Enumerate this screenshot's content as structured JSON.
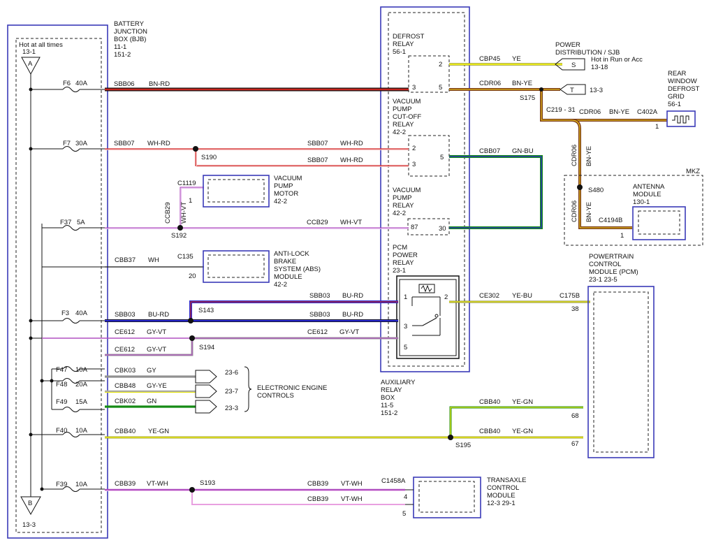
{
  "bjb": {
    "l1": "BATTERY",
    "l2": "JUNCTION",
    "l3": "BOX (BJB)",
    "l4": "11-1",
    "l5": "151-2",
    "hot": "Hot at all times",
    "hot_ref": "13-1",
    "a": "A",
    "b": "B",
    "b_ref": "13-3"
  },
  "fuses": {
    "f6": "F6",
    "f6a": "40A",
    "f7": "F7",
    "f7a": "30A",
    "f37": "F37",
    "f37a": "5A",
    "f3": "F3",
    "f3a": "40A",
    "f47": "F47",
    "f47a": "10A",
    "f48": "F48",
    "f48a": "20A",
    "f49": "F49",
    "f49a": "15A",
    "f40": "F40",
    "f40a": "10A",
    "f39": "F39",
    "f39a": "10A"
  },
  "wires": {
    "sbb06": "SBB06",
    "bn_rd": "BN-RD",
    "sbb07": "SBB07",
    "wh_rd": "WH-RD",
    "ccb29": "CCB29",
    "wh_vt": "WH-VT",
    "cbb37": "CBB37",
    "wh": "WH",
    "sbb03": "SBB03",
    "bu_rd": "BU-RD",
    "ce612": "CE612",
    "gy_vt": "GY-VT",
    "cbk03": "CBK03",
    "gy": "GY",
    "cbb48": "CBB48",
    "gy_ye": "GY-YE",
    "cbk02": "CBK02",
    "gn": "GN",
    "cbb40": "CBB40",
    "ye_gn": "YE-GN",
    "cbb39": "CBB39",
    "vt_wh": "VT-WH",
    "cbp45": "CBP45",
    "ye": "YE",
    "cdr06": "CDR06",
    "bn_ye": "BN-YE",
    "cbb07": "CBB07",
    "gn_bu": "GN-BU",
    "ce302": "CE302",
    "ye_bu": "YE-BU"
  },
  "splices": {
    "s190": "S190",
    "s192": "S192",
    "s143": "S143",
    "s194": "S194",
    "s193": "S193",
    "s195": "S195",
    "s175": "S175",
    "s480": "S480"
  },
  "connectors": {
    "c1119": "C1119",
    "c135": "C135",
    "c219": "C219 - 31",
    "c402a": "C402A",
    "c4194b": "C4194B",
    "c175b": "C175B",
    "c1458a": "C1458A"
  },
  "pins": {
    "p1_vp": "1",
    "p20": "20",
    "p1_rw": "1",
    "p1_ant": "1",
    "p38": "38",
    "p68": "68",
    "p67": "67",
    "p4": "4",
    "p5_tcm": "5",
    "r_def2": "2",
    "r_def3": "3",
    "r_def5": "5",
    "r_vpc2": "2",
    "r_vpc3": "3",
    "r_vpc5": "5",
    "r_vp87": "87",
    "r_vp30": "30",
    "r_pcm1": "1",
    "r_pcm2": "2",
    "r_pcm3": "3",
    "r_pcm5": "5"
  },
  "components": {
    "vpm": [
      "VACUUM",
      "PUMP",
      "MOTOR",
      "42-2"
    ],
    "abs": [
      "ANTI-LOCK",
      "BRAKE",
      "SYSTEM (ABS)",
      "MODULE",
      "42-2"
    ],
    "eec": [
      "ELECTRONIC ENGINE",
      "CONTROLS"
    ],
    "eec_refs": [
      "23-6",
      "23-7",
      "23-3"
    ],
    "tcm": [
      "TRANSAXLE",
      "CONTROL",
      "MODULE",
      "12-3   29-1"
    ],
    "pcm": [
      "POWERTRAIN",
      "CONTROL",
      "MODULE (PCM)",
      "23-1      23-5"
    ],
    "arb": [
      "AUXILIARY",
      "RELAY",
      "BOX",
      "11-5",
      "151-2"
    ],
    "defrost_relay": [
      "DEFROST",
      "RELAY",
      "56-1"
    ],
    "vpc_relay": [
      "VACUUM",
      "PUMP",
      "CUT-OFF",
      "RELAY",
      "42-2"
    ],
    "vp_relay": [
      "VACUUM",
      "PUMP",
      "RELAY",
      "42-2"
    ],
    "pcm_relay": [
      "PCM",
      "POWER",
      "RELAY",
      "23-1"
    ],
    "pd": [
      "POWER",
      "DISTRIBUTION / SJB"
    ],
    "pd_s": "S",
    "pd_note1": "Hot in Run or Acc",
    "pd_note2": "13-18",
    "t": "T",
    "t_ref": "13-3",
    "rwd": [
      "REAR",
      "WINDOW",
      "DEFROST",
      "GRID",
      "56-1"
    ],
    "mkz": "MKZ",
    "ant": [
      "ANTENNA",
      "MODULE",
      "130-1"
    ]
  },
  "colors": {
    "outline": "#3a3ab8",
    "brown": "#7a3b16",
    "red": "#c8261f",
    "orange": "#e07a1e",
    "blue": "#2a2ad0",
    "green": "#148a14",
    "yellow": "#e8e81c",
    "violet": "#b050c0",
    "pink": "#e8a0e0",
    "gray": "#9a9a9a"
  }
}
